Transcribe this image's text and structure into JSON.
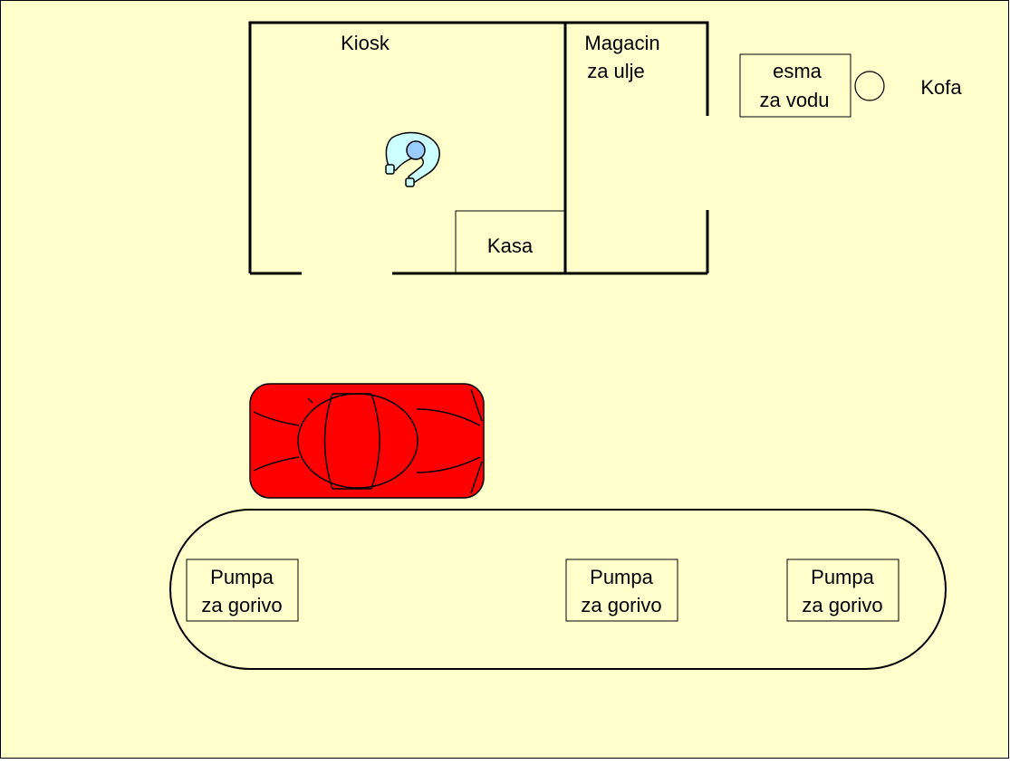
{
  "colors": {
    "background": "#ffffcc",
    "frame": "#000000",
    "car_body": "#ff0000",
    "person_body": "#ccffff",
    "person_head": "#99ccff"
  },
  "labels": {
    "kiosk": "Kiosk",
    "storage_line1": "Magacin",
    "storage_line2": "za ulje",
    "tank_line1": "esma",
    "tank_line2": "za vodu",
    "bucket": "Kofa",
    "register": "Kasa",
    "pump1_line1": "Pumpa",
    "pump1_line2": "za gorivo",
    "pump2_line1": "Pumpa",
    "pump2_line2": "za gorivo",
    "pump3_line1": "Pumpa",
    "pump3_line2": "za gorivo"
  },
  "icons": [
    "person-icon",
    "car-icon",
    "bucket-icon"
  ]
}
